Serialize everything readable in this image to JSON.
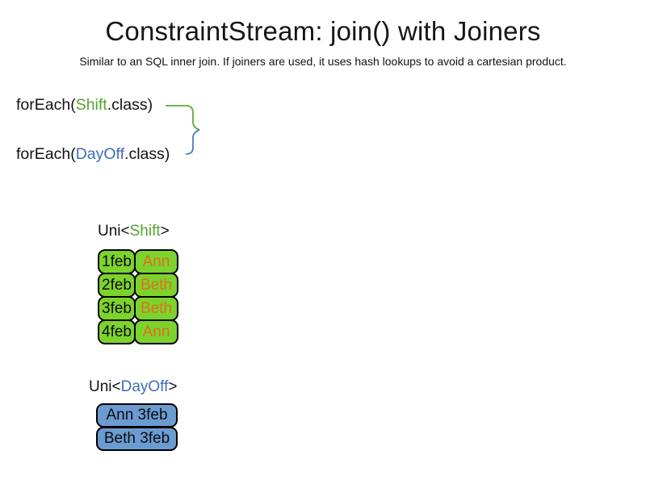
{
  "slide": {
    "title": "ConstraintStream: join() with Joiners",
    "subtitle": "Similar to an SQL inner join. If joiners are used, it uses hash lookups to avoid a cartesian product."
  },
  "code": {
    "line1": {
      "prefix": "forEach(",
      "class_name": "Shift",
      "suffix": ".class)"
    },
    "line2": {
      "prefix": "forEach(",
      "class_name": "DayOff",
      "suffix": ".class)"
    }
  },
  "shift_table": {
    "label": {
      "prefix": "Uni<",
      "class_name": "Shift",
      "suffix": ">"
    },
    "rows": [
      {
        "date": "1feb",
        "employee": "Ann"
      },
      {
        "date": "2feb",
        "employee": "Beth"
      },
      {
        "date": "3feb",
        "employee": "Beth"
      },
      {
        "date": "4feb",
        "employee": "Ann"
      }
    ]
  },
  "dayoff_table": {
    "label": {
      "prefix": "Uni<",
      "class_name": "DayOff",
      "suffix": ">"
    },
    "rows": [
      {
        "text": "Ann 3feb"
      },
      {
        "text": "Beth 3feb"
      }
    ]
  },
  "colors": {
    "shift_green_text": "#55a32b",
    "shift_green_fill": "#7dd32d",
    "employee_orange_text": "#e06e1e",
    "dayoff_blue_text": "#3d6eb4",
    "dayoff_blue_fill": "#6c9bd2",
    "connector_green": "#5bad34",
    "connector_blue": "#4a7ebb",
    "border_black": "#000000"
  }
}
